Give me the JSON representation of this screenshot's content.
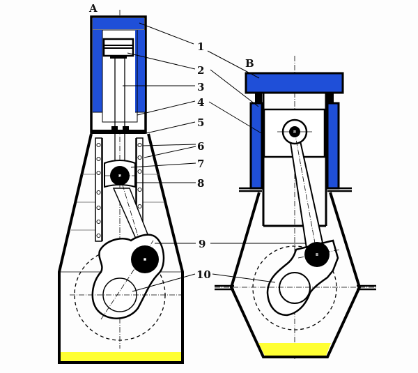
{
  "figure": {
    "engine_a": {
      "title": "A"
    },
    "engine_b": {
      "title": "B"
    },
    "labels": [
      "1",
      "2",
      "3",
      "4",
      "5",
      "6",
      "7",
      "8",
      "9",
      "10"
    ]
  },
  "colors": {
    "cylinder": "#1f4fd8",
    "oil": "#ffff33",
    "outline": "#000000",
    "background": "#fdfdfd"
  }
}
